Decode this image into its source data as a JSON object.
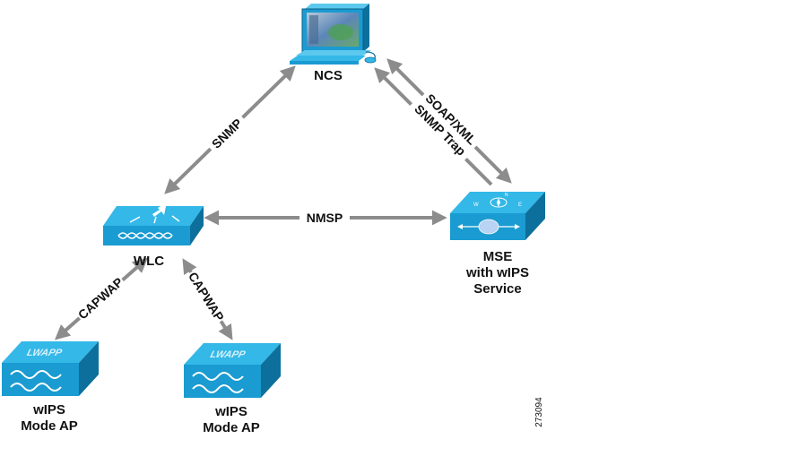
{
  "diagram": {
    "colors": {
      "device_top": "#33b8e8",
      "device_front": "#1a9bd1",
      "device_side": "#0d6f9c",
      "arrow": "#8c8c8c",
      "text": "#111111"
    },
    "nodes": {
      "ncs": {
        "label": "NCS",
        "icon": "workstation-icon"
      },
      "wlc": {
        "label": "WLC",
        "icon": "wireless-lan-controller-icon"
      },
      "mse": {
        "label_line1": "MSE",
        "label_line2": "with wIPS",
        "label_line3": "Service",
        "icon": "mobility-services-engine-icon"
      },
      "ap1": {
        "label_line1": "wIPS",
        "label_line2": "Mode AP",
        "badge": "LWAPP",
        "icon": "access-point-icon"
      },
      "ap2": {
        "label_line1": "wIPS",
        "label_line2": "Mode AP",
        "badge": "LWAPP",
        "icon": "access-point-icon"
      }
    },
    "connections": {
      "ncs_wlc": "SNMP",
      "wlc_mse": "NMSP",
      "ncs_mse_a": "SOAP/XML",
      "ncs_mse_b": "SNMP Trap",
      "wlc_ap1": "CAPWAP",
      "wlc_ap2": "CAPWAP"
    },
    "figure_id": "273094"
  }
}
